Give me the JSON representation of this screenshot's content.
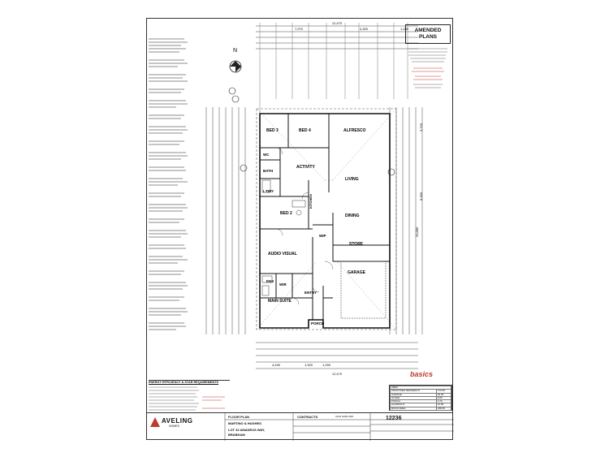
{
  "amended": {
    "title_1": "AMENDED",
    "title_2": "PLANS"
  },
  "rooms": {
    "bed3": "BED 3",
    "bed4": "BED 4",
    "alfresco": "ALFRESCO",
    "activity": "ACTIVITY",
    "wc": "WC",
    "bath": "BATH",
    "ldry": "L'DRY",
    "kitchen": "KITCHEN",
    "living": "LIVING",
    "bed2": "BED 2",
    "dining": "DINING",
    "wip": "WIP",
    "store": "STORE",
    "audio_visual": "AUDIO VISUAL",
    "garage": "GARAGE",
    "ens": "ENS",
    "wir": "WIR",
    "main_suite": "MAIN SUITE",
    "entry": "ENTRY",
    "porch": "PORCH"
  },
  "dimensions": {
    "top_total": "12,470",
    "top_a": "7,070",
    "top_b": "4,320",
    "top_c": "1,080",
    "bottom_total": "12,470",
    "bottom_a": "4,430",
    "bottom_b": "1,920",
    "bottom_c": "1,290",
    "right_a": "3,720",
    "right_b": "8,360",
    "right_total": "20,580"
  },
  "north": "N",
  "area_heading": "AREA",
  "area_rows": [
    [
      "PROPOSED RESIDENTS",
      "176.56"
    ],
    [
      "GARAGE",
      "36.00"
    ],
    [
      "STORE",
      "8.80"
    ],
    [
      "PORCH",
      "3.76"
    ],
    [
      "ALFRESCO",
      "16.80"
    ],
    [
      "ROOF AREA",
      "258.83"
    ]
  ],
  "title_block": {
    "company": "AVELING",
    "company_sub": "HOMES",
    "drawing": "FLOOR PLAN",
    "contracts": "CONTRACTS",
    "client": "MARTINO & HUGHES",
    "address": "LOT 32 AMADEUS WAY,",
    "suburb": "BRABHAM",
    "job_no": "12236",
    "design": "A193 GARLAND"
  },
  "energy": {
    "head": "ENERGY EFFICIENCY & STAR REQUIREMENTS"
  },
  "brand": "basics",
  "colors": {
    "line": "#222222",
    "dim_line": "#444444",
    "accent": "#c0392b"
  }
}
